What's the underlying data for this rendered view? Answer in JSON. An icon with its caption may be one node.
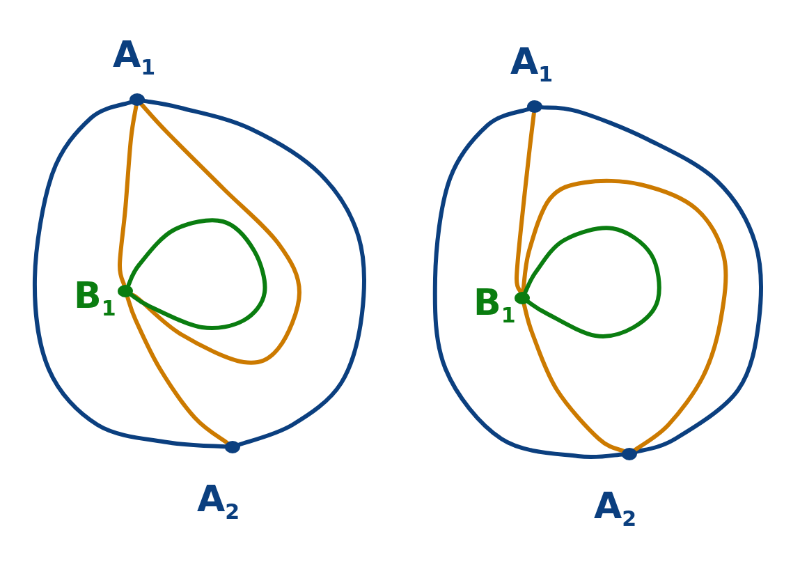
{
  "diagram": {
    "nodes": [
      {
        "text": [],
        "shape": "circle",
        "beside": [
          "A$_{1}$"
        ]
      },
      {
        "text": [],
        "shape": "circle",
        "beside": [
          "B$_{1}$"
        ]
      },
      {
        "text": [],
        "shape": "circle",
        "beside": [
          "A$_{2}$"
        ]
      },
      {
        "text": [],
        "shape": "circle",
        "beside": [
          "A$_{1}$"
        ]
      },
      {
        "text": [],
        "shape": "circle",
        "beside": [
          "B$_{1}$"
        ]
      },
      {
        "text": [],
        "shape": "circle",
        "beside": [
          "A$_{2}$"
        ]
      }
    ],
    "edges": [
      {
        "from": 0,
        "to": 2,
        "arrow": "none",
        "color": "#0b3f7f"
      },
      {
        "from": 0,
        "to": 2,
        "arrow": "none",
        "color": "#0b3f7f"
      },
      {
        "from": 0,
        "to": 1,
        "arrow": "none"
      },
      {
        "from": 0,
        "to": 1,
        "arrow": "none"
      },
      {
        "from": 1,
        "to": 2,
        "arrow": "none"
      },
      {
        "from": 1,
        "to": 1,
        "arrow": "none",
        "color": "#0a7d10"
      },
      {
        "from": 3,
        "to": 5,
        "arrow": "none",
        "color": "#0b3f7f"
      },
      {
        "from": 3,
        "to": 5,
        "arrow": "none",
        "color": "#0b3f7f"
      },
      {
        "from": 3,
        "to": 4,
        "arrow": "none"
      },
      {
        "from": 4,
        "to": 5,
        "arrow": "none"
      },
      {
        "from": 4,
        "to": 5,
        "arrow": "none"
      },
      {
        "from": 4,
        "to": 4,
        "arrow": "none",
        "color": "#0a7d10"
      }
    ]
  }
}
